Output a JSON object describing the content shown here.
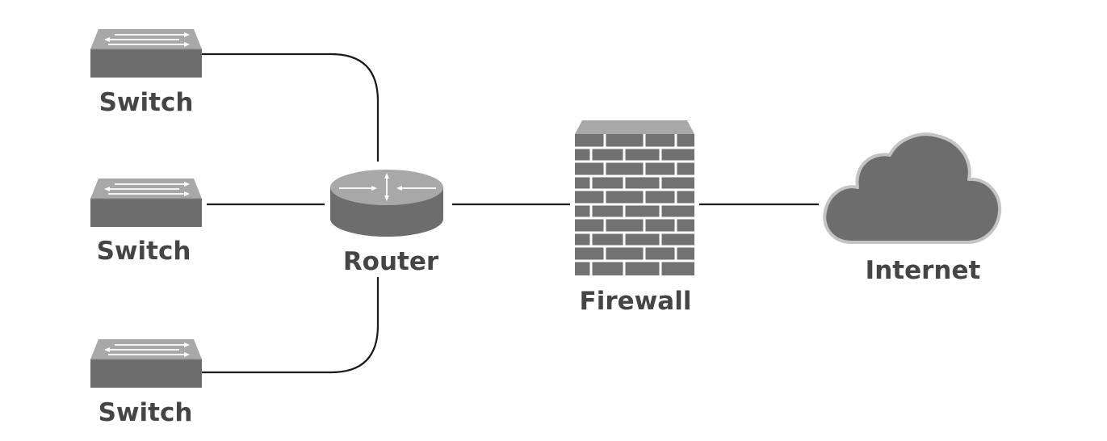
{
  "diagram": {
    "nodes": {
      "switch_top": {
        "label": "Switch",
        "icon": "network-switch-icon"
      },
      "switch_middle": {
        "label": "Switch",
        "icon": "network-switch-icon"
      },
      "switch_bottom": {
        "label": "Switch",
        "icon": "network-switch-icon"
      },
      "router": {
        "label": "Router",
        "icon": "router-icon"
      },
      "firewall": {
        "label": "Firewall",
        "icon": "brick-firewall-icon"
      },
      "internet": {
        "label": "Internet",
        "icon": "cloud-icon"
      }
    },
    "connections": [
      {
        "from": "switch_top",
        "to": "router"
      },
      {
        "from": "switch_middle",
        "to": "router"
      },
      {
        "from": "switch_bottom",
        "to": "router"
      },
      {
        "from": "router",
        "to": "firewall"
      },
      {
        "from": "firewall",
        "to": "internet"
      }
    ],
    "colors": {
      "device_top": "#a8a8a8",
      "device_front": "#6d6d6e",
      "device_mid": "#858586",
      "brick": "#727272",
      "mortar": "#ffffff",
      "cloud_fill": "#6d6d6e",
      "cloud_outline": "#c4c4c4",
      "label": "#454545",
      "link": "#1a1a1a"
    }
  }
}
